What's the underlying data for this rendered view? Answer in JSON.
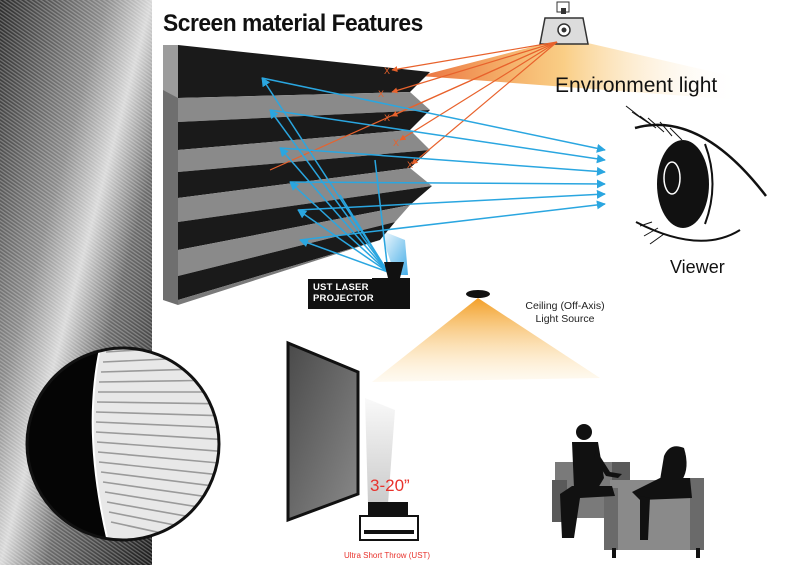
{
  "title": "Screen material Features",
  "labels": {
    "environment_light": "Environment light",
    "viewer": "Viewer",
    "ceiling_source_line1": "Ceiling (Off-Axis)",
    "ceiling_source_line2": "Light Source",
    "projector_line1": "UST LASER",
    "projector_line2": "PROJECTOR",
    "throw_distance": "3-20”",
    "throw_type": "Ultra Short Throw (UST)"
  },
  "colors": {
    "reflection_rays": "#2aa6e0",
    "ambient_rays": "#e8622c",
    "light_cone": "#f5a623",
    "highlight_text": "#e8322c"
  },
  "icons": [
    "projector-icon",
    "eye-icon",
    "ceiling-lamp-icon",
    "ust-projector-icon",
    "people-on-sofa-icon"
  ]
}
